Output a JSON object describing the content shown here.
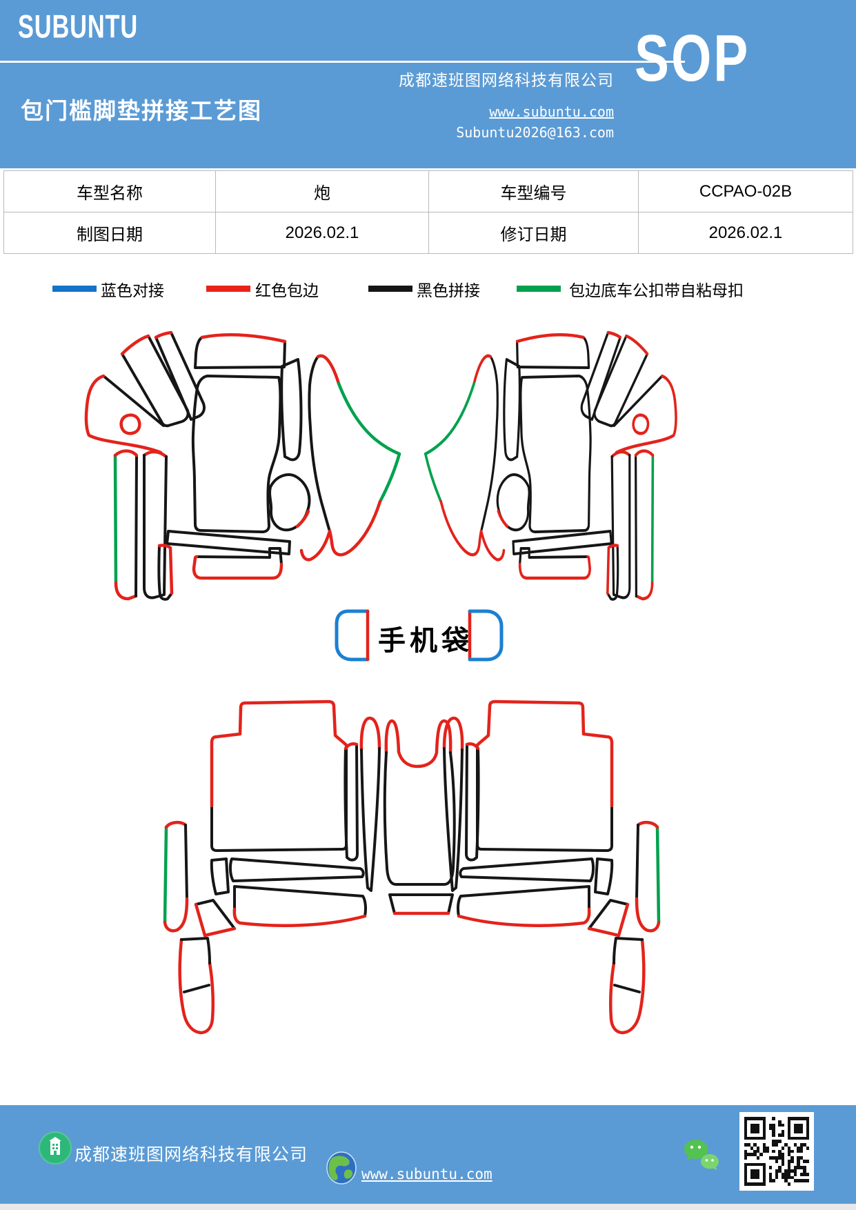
{
  "header": {
    "logo": "SUBUNTU",
    "title": "包门槛脚垫拼接工艺图",
    "company": "成都速班图网络科技有限公司",
    "website": "www.subuntu.com",
    "email": "Subuntu2026@163.com",
    "badge": "SOP",
    "bg_color": "#5b9bd5"
  },
  "info_table": {
    "rows": [
      [
        "车型名称",
        "炮",
        "车型编号",
        "CCPAO-02B"
      ],
      [
        "制图日期",
        "2026.02.1",
        "修订日期",
        "2026.02.1"
      ]
    ]
  },
  "legend": {
    "items": [
      {
        "label": "蓝色对接",
        "color": "#1472c8"
      },
      {
        "label": "红色包边",
        "color": "#e8231a"
      },
      {
        "label": "黑色拼接",
        "color": "#151515"
      },
      {
        "label": "包边底车公扣带自粘母扣",
        "color": "#00a14e"
      }
    ]
  },
  "diagram": {
    "phone_bag_label": "手机袋",
    "line_colors": {
      "blue_butt_joint": "#1b80d2",
      "red_edge_wrap": "#e3231b",
      "black_splice": "#161616",
      "green_snap_edge": "#00a14e"
    },
    "content": "前排左右脚垫与后排脚垫裁片拼接工艺示意"
  },
  "footer": {
    "company": "成都速班图网络科技有限公司",
    "website": "www.subuntu.com",
    "bg_color": "#5b9bd5",
    "icons": [
      "building-icon",
      "globe-icon",
      "wechat-icon",
      "qr-code"
    ]
  }
}
